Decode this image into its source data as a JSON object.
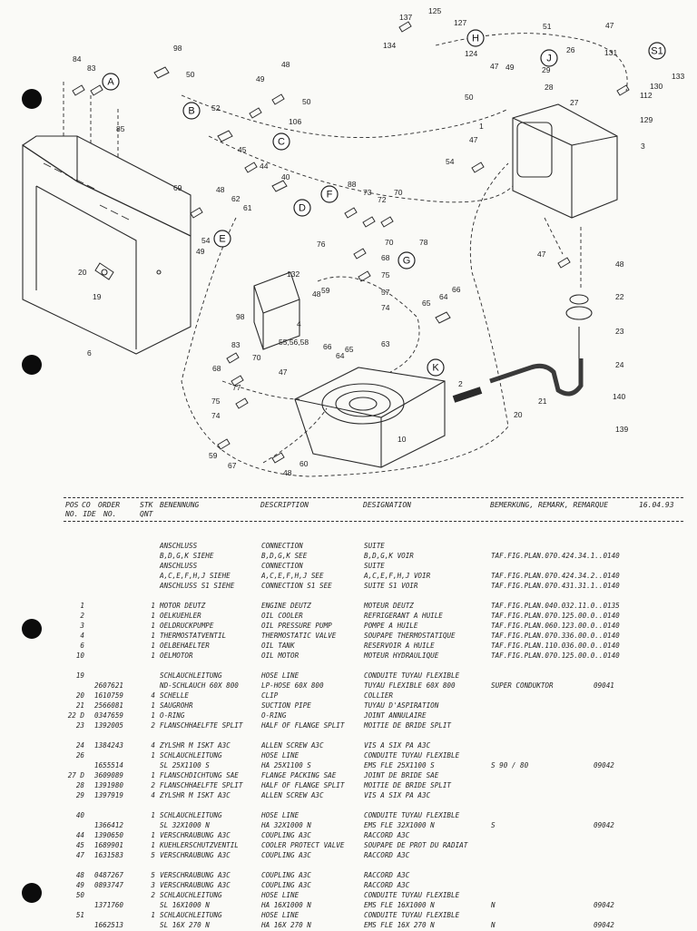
{
  "callouts": [
    {
      "id": "A",
      "label": "A"
    },
    {
      "id": "B",
      "label": "B"
    },
    {
      "id": "C",
      "label": "C"
    },
    {
      "id": "D",
      "label": "D"
    },
    {
      "id": "E",
      "label": "E"
    },
    {
      "id": "F",
      "label": "F"
    },
    {
      "id": "G",
      "label": "G"
    },
    {
      "id": "H",
      "label": "H"
    },
    {
      "id": "J",
      "label": "J"
    },
    {
      "id": "K",
      "label": "K"
    },
    {
      "id": "S1",
      "label": "S1"
    }
  ],
  "part_labels": [
    "84",
    "83",
    "98",
    "50",
    "85",
    "48",
    "49",
    "50",
    "52",
    "106",
    "45",
    "44",
    "40",
    "69",
    "48",
    "62",
    "61",
    "54",
    "49",
    "20",
    "19",
    "6",
    "88",
    "73",
    "72",
    "70",
    "76",
    "70",
    "78",
    "68",
    "75",
    "57",
    "74",
    "132",
    "48",
    "59",
    "4",
    "55,56,58",
    "98",
    "66",
    "64",
    "65",
    "63",
    "83",
    "70",
    "68",
    "47",
    "77",
    "75",
    "74",
    "66",
    "64",
    "65",
    "59",
    "67",
    "60",
    "48",
    "10",
    "2",
    "137",
    "125",
    "127",
    "134",
    "124",
    "51",
    "47",
    "131",
    "130",
    "112",
    "133",
    "129",
    "50",
    "47",
    "49",
    "29",
    "26",
    "28",
    "27",
    "1",
    "3",
    "54",
    "47",
    "47",
    "48",
    "22",
    "23",
    "24",
    "21",
    "140",
    "20",
    "139"
  ],
  "header": {
    "pos": "POS",
    "co": "CO",
    "order": "ORDER",
    "no_ide": "NO. IDE",
    "no": "NO.",
    "stk": "STK",
    "qnt": "QNT",
    "benennung": "BENENNUNG",
    "description": "DESCRIPTION",
    "designation": "DESIGNATION",
    "bemerkung": "BEMERKUNG, REMARK, REMARQUE",
    "date": "16.04.93"
  },
  "rows": [
    {
      "pos": "",
      "order": "",
      "qty": "",
      "de": "ANSCHLUSS",
      "en": "CONNECTION",
      "fr": "SUITE",
      "rem": "",
      "code": ""
    },
    {
      "pos": "",
      "order": "",
      "qty": "",
      "de": "B,D,G,K SIEHE",
      "en": "B,D,G,K SEE",
      "fr": "B,D,G,K VOIR",
      "rem": "TAF.FIG.PLAN.070.424.34.1..0140",
      "code": ""
    },
    {
      "pos": "",
      "order": "",
      "qty": "",
      "de": "ANSCHLUSS",
      "en": "CONNECTION",
      "fr": "SUITE",
      "rem": "",
      "code": ""
    },
    {
      "pos": "",
      "order": "",
      "qty": "",
      "de": "A,C,E,F,H,J SIEHE",
      "en": "A,C,E,F,H,J SEE",
      "fr": "A,C,E,F,H,J VOIR",
      "rem": "TAF.FIG.PLAN.070.424.34.2..0140",
      "code": ""
    },
    {
      "pos": "",
      "order": "",
      "qty": "",
      "de": "ANSCHLUSS S1 SIEHE",
      "en": "CONNECTION S1 SEE",
      "fr": "SUITE S1 VOIR",
      "rem": "TAF.FIG.PLAN.070.431.31.1..0140",
      "code": ""
    },
    {
      "gap": true
    },
    {
      "pos": "1",
      "order": "",
      "qty": "1",
      "de": "MOTOR DEUTZ",
      "en": "ENGINE DEUTZ",
      "fr": "MOTEUR DEUTZ",
      "rem": "TAF.FIG.PLAN.040.032.11.0..0135",
      "code": ""
    },
    {
      "pos": "2",
      "order": "",
      "qty": "1",
      "de": "OELKUEHLER",
      "en": "OIL COOLER",
      "fr": "REFRIGERANT A HUILE",
      "rem": "TAF.FIG.PLAN.070.125.00.0..0140",
      "code": ""
    },
    {
      "pos": "3",
      "order": "",
      "qty": "1",
      "de": "OELDRUCKPUMPE",
      "en": "OIL PRESSURE PUMP",
      "fr": "POMPE A HUILE",
      "rem": "TAF.FIG.PLAN.060.123.00.0..0140",
      "code": ""
    },
    {
      "pos": "4",
      "order": "",
      "qty": "1",
      "de": "THERMOSTATVENTIL",
      "en": "THERMOSTATIC VALVE",
      "fr": "SOUPAPE THERMOSTATIQUE",
      "rem": "TAF.FIG.PLAN.070.336.00.0..0140",
      "code": ""
    },
    {
      "pos": "6",
      "order": "",
      "qty": "1",
      "de": "OELBEHAELTER",
      "en": "OIL TANK",
      "fr": "RESERVOIR A HUILE",
      "rem": "TAF.FIG.PLAN.110.036.00.0..0140",
      "code": ""
    },
    {
      "pos": "10",
      "order": "",
      "qty": "1",
      "de": "OELMOTOR",
      "en": "OIL MOTOR",
      "fr": "MOTEUR HYDRAULIQUE",
      "rem": "TAF.FIG.PLAN.070.125.00.0..0140",
      "code": ""
    },
    {
      "gap": true
    },
    {
      "pos": "19",
      "order": "",
      "qty": "",
      "de": "SCHLAUCHLEITUNG",
      "en": "HOSE LINE",
      "fr": "CONDUITE TUYAU FLEXIBLE",
      "rem": "",
      "code": ""
    },
    {
      "pos": "",
      "order": "2607621",
      "qty": "",
      "de": "ND-SCHLAUCH  60X 800",
      "en": "LP-HOSE 60X 800",
      "fr": "TUYAU FLEXIBLE 60X 800",
      "rem": "SUPER CONDUKTOR",
      "code": "09041"
    },
    {
      "pos": "20",
      "order": "1610759",
      "qty": "4",
      "de": "SCHELLE",
      "en": "CLIP",
      "fr": "COLLIER",
      "rem": "",
      "code": ""
    },
    {
      "pos": "21",
      "order": "2566081",
      "qty": "1",
      "de": "SAUGROHR",
      "en": "SUCTION PIPE",
      "fr": "TUYAU D'ASPIRATION",
      "rem": "",
      "code": ""
    },
    {
      "pos": "22 D",
      "order": "0347659",
      "qty": "1",
      "de": "O-RING",
      "en": "O-RING",
      "fr": "JOINT ANNULAIRE",
      "rem": "",
      "code": ""
    },
    {
      "pos": "23",
      "order": "1392005",
      "qty": "2",
      "de": "FLANSCHHAELFTE SPLIT",
      "en": "HALF OF FLANGE SPLIT",
      "fr": "MOITIE DE BRIDE SPLIT",
      "rem": "",
      "code": ""
    },
    {
      "gap": true
    },
    {
      "pos": "24",
      "order": "1384243",
      "qty": "4",
      "de": "ZYLSHR M ISKT A3C",
      "en": "ALLEN SCREW A3C",
      "fr": "VIS A SIX PA A3C",
      "rem": "",
      "code": ""
    },
    {
      "pos": "26",
      "order": "",
      "qty": "1",
      "de": "SCHLAUCHLEITUNG",
      "en": "HOSE LINE",
      "fr": "CONDUITE TUYAU FLEXIBLE",
      "rem": "",
      "code": ""
    },
    {
      "pos": "",
      "order": "1655514",
      "qty": "",
      "de": "SL 25X1100 S",
      "en": "HA 25X1100 S",
      "fr": "EMS FLE 25X1100 S",
      "rem": "S 90        / 80",
      "code": "09042"
    },
    {
      "pos": "27 D",
      "order": "3609089",
      "qty": "1",
      "de": "FLANSCHDICHTUNG SAE",
      "en": "FLANGE PACKING SAE",
      "fr": "JOINT DE BRIDE SAE",
      "rem": "",
      "code": ""
    },
    {
      "pos": "28",
      "order": "1391980",
      "qty": "2",
      "de": "FLANSCHHAELFTE SPLIT",
      "en": "HALF OF FLANGE SPLIT",
      "fr": "MOITIE DE BRIDE SPLIT",
      "rem": "",
      "code": ""
    },
    {
      "pos": "29",
      "order": "1397919",
      "qty": "4",
      "de": "ZYLSHR M ISKT A3C",
      "en": "ALLEN SCREW A3C",
      "fr": "VIS A SIX PA A3C",
      "rem": "",
      "code": ""
    },
    {
      "gap": true
    },
    {
      "pos": "40",
      "order": "",
      "qty": "1",
      "de": "SCHLAUCHLEITUNG",
      "en": "HOSE LINE",
      "fr": "CONDUITE TUYAU FLEXIBLE",
      "rem": "",
      "code": ""
    },
    {
      "pos": "",
      "order": "1366412",
      "qty": "",
      "de": "SL 32X1000 N",
      "en": "HA 32X1000 N",
      "fr": "EMS FLE 32X1000 N",
      "rem": "S",
      "code": "09042"
    },
    {
      "pos": "44",
      "order": "1390650",
      "qty": "1",
      "de": "VERSCHRAUBUNG A3C",
      "en": "COUPLING A3C",
      "fr": "RACCORD A3C",
      "rem": "",
      "code": ""
    },
    {
      "pos": "45",
      "order": "1689901",
      "qty": "1",
      "de": "KUEHLERSCHUTZVENTIL",
      "en": "COOLER PROTECT VALVE",
      "fr": "SOUPAPE DE PROT DU RADIAT",
      "rem": "",
      "code": ""
    },
    {
      "pos": "47",
      "order": "1631583",
      "qty": "5",
      "de": "VERSCHRAUBUNG A3C",
      "en": "COUPLING A3C",
      "fr": "RACCORD A3C",
      "rem": "",
      "code": ""
    },
    {
      "gap": true
    },
    {
      "pos": "48",
      "order": "0487267",
      "qty": "5",
      "de": "VERSCHRAUBUNG A3C",
      "en": "COUPLING A3C",
      "fr": "RACCORD A3C",
      "rem": "",
      "code": ""
    },
    {
      "pos": "49",
      "order": "0893747",
      "qty": "3",
      "de": "VERSCHRAUBUNG A3C",
      "en": "COUPLING A3C",
      "fr": "RACCORD A3C",
      "rem": "",
      "code": ""
    },
    {
      "pos": "50",
      "order": "",
      "qty": "2",
      "de": "SCHLAUCHLEITUNG",
      "en": "HOSE LINE",
      "fr": "CONDUITE TUYAU FLEXIBLE",
      "rem": "",
      "code": ""
    },
    {
      "pos": "",
      "order": "1371760",
      "qty": "",
      "de": "SL 16X1000 N",
      "en": "HA 16X1000 N",
      "fr": "EMS FLE 16X1000 N",
      "rem": "N",
      "code": "09042"
    },
    {
      "pos": "51",
      "order": "",
      "qty": "1",
      "de": "SCHLAUCHLEITUNG",
      "en": "HOSE LINE",
      "fr": "CONDUITE TUYAU FLEXIBLE",
      "rem": "",
      "code": ""
    },
    {
      "pos": "",
      "order": "1662513",
      "qty": "",
      "de": "SL 16X 270 N",
      "en": "HA 16X 270 N",
      "fr": "EMS FLE 16X 270 N",
      "rem": "N",
      "code": "09042"
    }
  ]
}
